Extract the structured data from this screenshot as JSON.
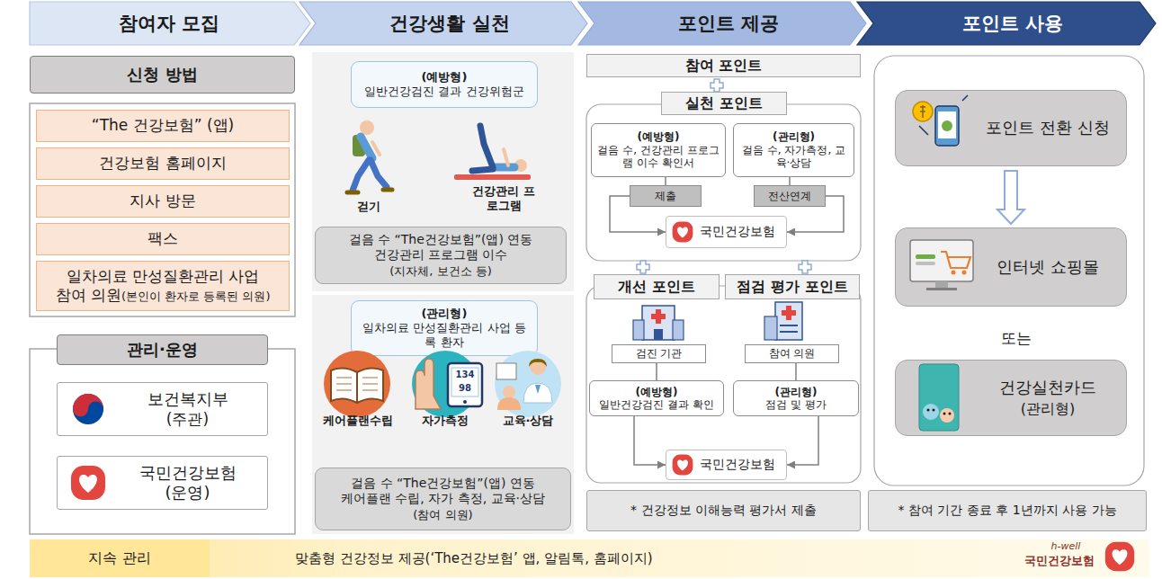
{
  "diagram": {
    "nodes": [
      {
        "text": [
          "참여자 모집"
        ]
      },
      {
        "text": [
          "신청 방법"
        ]
      },
      {
        "text": [
          "“The 건강보험” (앱)"
        ]
      },
      {
        "text": [
          "건강보험 홈페이지"
        ]
      },
      {
        "text": [
          "지사 방문"
        ]
      },
      {
        "text": [
          "팩스"
        ]
      },
      {
        "text": [
          "일차의료 만성질환관리 사업",
          "참여 의원",
          "(본인이 환자로 등록된 의원)"
        ]
      },
      {
        "text": [
          "관리·운영"
        ]
      },
      {
        "text": [
          "보건복지부",
          "(주관)"
        ]
      },
      {
        "text": [
          "국민건강보험",
          "(운영)"
        ]
      },
      {
        "text": [
          "건강생활 실천"
        ]
      },
      {
        "text": [
          "(예방형)",
          "일반건강검진 결과 건강위험군"
        ]
      },
      {
        "text": [
          "걸음 수 “The건강보험”(앱) 연동",
          "건강관리 프로그램 이수",
          "(지자체, 보건소 등)"
        ]
      },
      {
        "text": [
          "(관리형)",
          "일차의료 만성질환관리 사업 등록 환자"
        ]
      },
      {
        "text": [
          "걸음 수 “The건강보험”(앱) 연동",
          "케어플랜 수립, 자가 측정, 교육·상담",
          "(참여 의원)"
        ]
      },
      {
        "text": [
          "포인트 제공"
        ]
      },
      {
        "text": [
          "참여 포인트"
        ]
      },
      {
        "text": [
          "실천 포인트"
        ]
      },
      {
        "text": [
          "(예방형)",
          "걸음 수, 건강관리 프로그램 이수 확인서"
        ]
      },
      {
        "text": [
          "(관리형)",
          "걸음 수, 자가측정, 교육·상담"
        ]
      },
      {
        "text": [
          "제출"
        ]
      },
      {
        "text": [
          "전산연계"
        ]
      },
      {
        "text": [
          "국민건강보험"
        ]
      },
      {
        "text": [
          "개선 포인트"
        ]
      },
      {
        "text": [
          "점검 평가 포인트"
        ]
      },
      {
        "text": [
          "검진 기관"
        ]
      },
      {
        "text": [
          "참여 의원"
        ]
      },
      {
        "text": [
          "(예방형)",
          "일반건강검진 결과 확인"
        ]
      },
      {
        "text": [
          "(관리형)",
          "점검 및 평가"
        ]
      },
      {
        "text": [
          "국민건강보험"
        ]
      },
      {
        "text": [
          "* 건강정보 이해능력 평가서 제출"
        ]
      },
      {
        "text": [
          "포인트 사용"
        ]
      },
      {
        "text": [
          "포인트 전환 신청"
        ]
      },
      {
        "text": [
          "인터넷 쇼핑몰"
        ]
      },
      {
        "text": [
          "건강실천카드",
          "(관리형)"
        ]
      },
      {
        "text": [
          "* 참여 기간 종료 후 1년까지 사용 가능"
        ]
      },
      {
        "text": [
          "맞춤형 건강정보 제공(‘The건강보험’ 앱, 알림톡, 홈페이지)"
        ]
      },
      {
        "text": [
          "지속 관리"
        ],
        "in": 36
      }
    ],
    "edges": [
      {
        "from": 18,
        "to": 20,
        "arrow": "none"
      },
      {
        "from": 20,
        "to": 22,
        "arrow": "to"
      },
      {
        "from": 19,
        "to": 21,
        "arrow": "none"
      },
      {
        "from": 21,
        "to": 22,
        "arrow": "to"
      },
      {
        "from": 25,
        "to": 27,
        "arrow": "none"
      },
      {
        "from": 26,
        "to": 28,
        "arrow": "none"
      },
      {
        "from": 27,
        "to": 29,
        "arrow": "to"
      },
      {
        "from": 28,
        "to": 29,
        "arrow": "to"
      },
      {
        "from": 32,
        "to": 33,
        "arrow": "to"
      }
    ],
    "labels": [
      "걷기",
      "건강관리 프로그램",
      "케어플랜수립",
      "자가측정",
      "교육·상담",
      "134",
      "98",
      "또는",
      "h-well",
      "국민건강보험"
    ]
  }
}
